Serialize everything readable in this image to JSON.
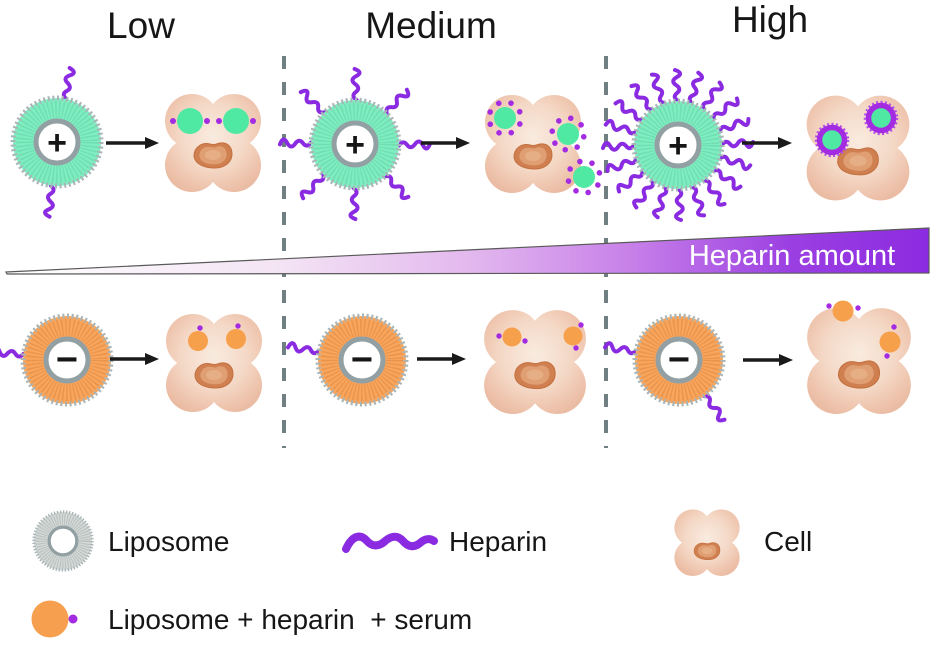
{
  "figure": {
    "column_titles": [
      "Low",
      "Medium",
      "High"
    ],
    "banner_label": "Heparin amount",
    "charges": {
      "cationic": "+",
      "anionic": "−"
    }
  },
  "legend": {
    "items": [
      {
        "icon": "liposome-icon",
        "label": "Liposome"
      },
      {
        "icon": "heparin-icon",
        "label": "Heparin"
      },
      {
        "icon": "cell-icon",
        "label": "Cell"
      },
      {
        "icon": "liposome-heparin-serum-icon",
        "label": "Liposome + heparin  + serum"
      }
    ]
  },
  "colors": {
    "cationic_liposome": "#7EEDC0",
    "anionic_liposome": "#F9A55B",
    "legend_liposome": "#D3D9D7",
    "heparin": "#8A2BE2",
    "serum_dot": "#A32BE2",
    "cell_body": "#F4D8C6",
    "nucleus": "#CF7F50",
    "banner_gradient_start": "#FFFFFF",
    "banner_gradient_end": "#8C2BE0",
    "divider": "#6F7F82",
    "arrow": "#1A1A1A"
  },
  "panels": {
    "top": [
      {
        "column": "Low",
        "liposome_charge": "+",
        "heparin_strands": 2,
        "particles_on_cell": 2
      },
      {
        "column": "Medium",
        "liposome_charge": "+",
        "heparin_strands": 8,
        "particles_on_cell": 3
      },
      {
        "column": "High",
        "liposome_charge": "+",
        "heparin_strands": 20,
        "particles_on_cell": 2
      }
    ],
    "bottom": [
      {
        "column": "Low",
        "liposome_charge": "−",
        "heparin_strands": 1,
        "particles_on_cell": 2
      },
      {
        "column": "Medium",
        "liposome_charge": "−",
        "heparin_strands": 1,
        "particles_on_cell": 2
      },
      {
        "column": "High",
        "liposome_charge": "−",
        "heparin_strands": 2,
        "particles_on_cell": 2
      }
    ]
  }
}
